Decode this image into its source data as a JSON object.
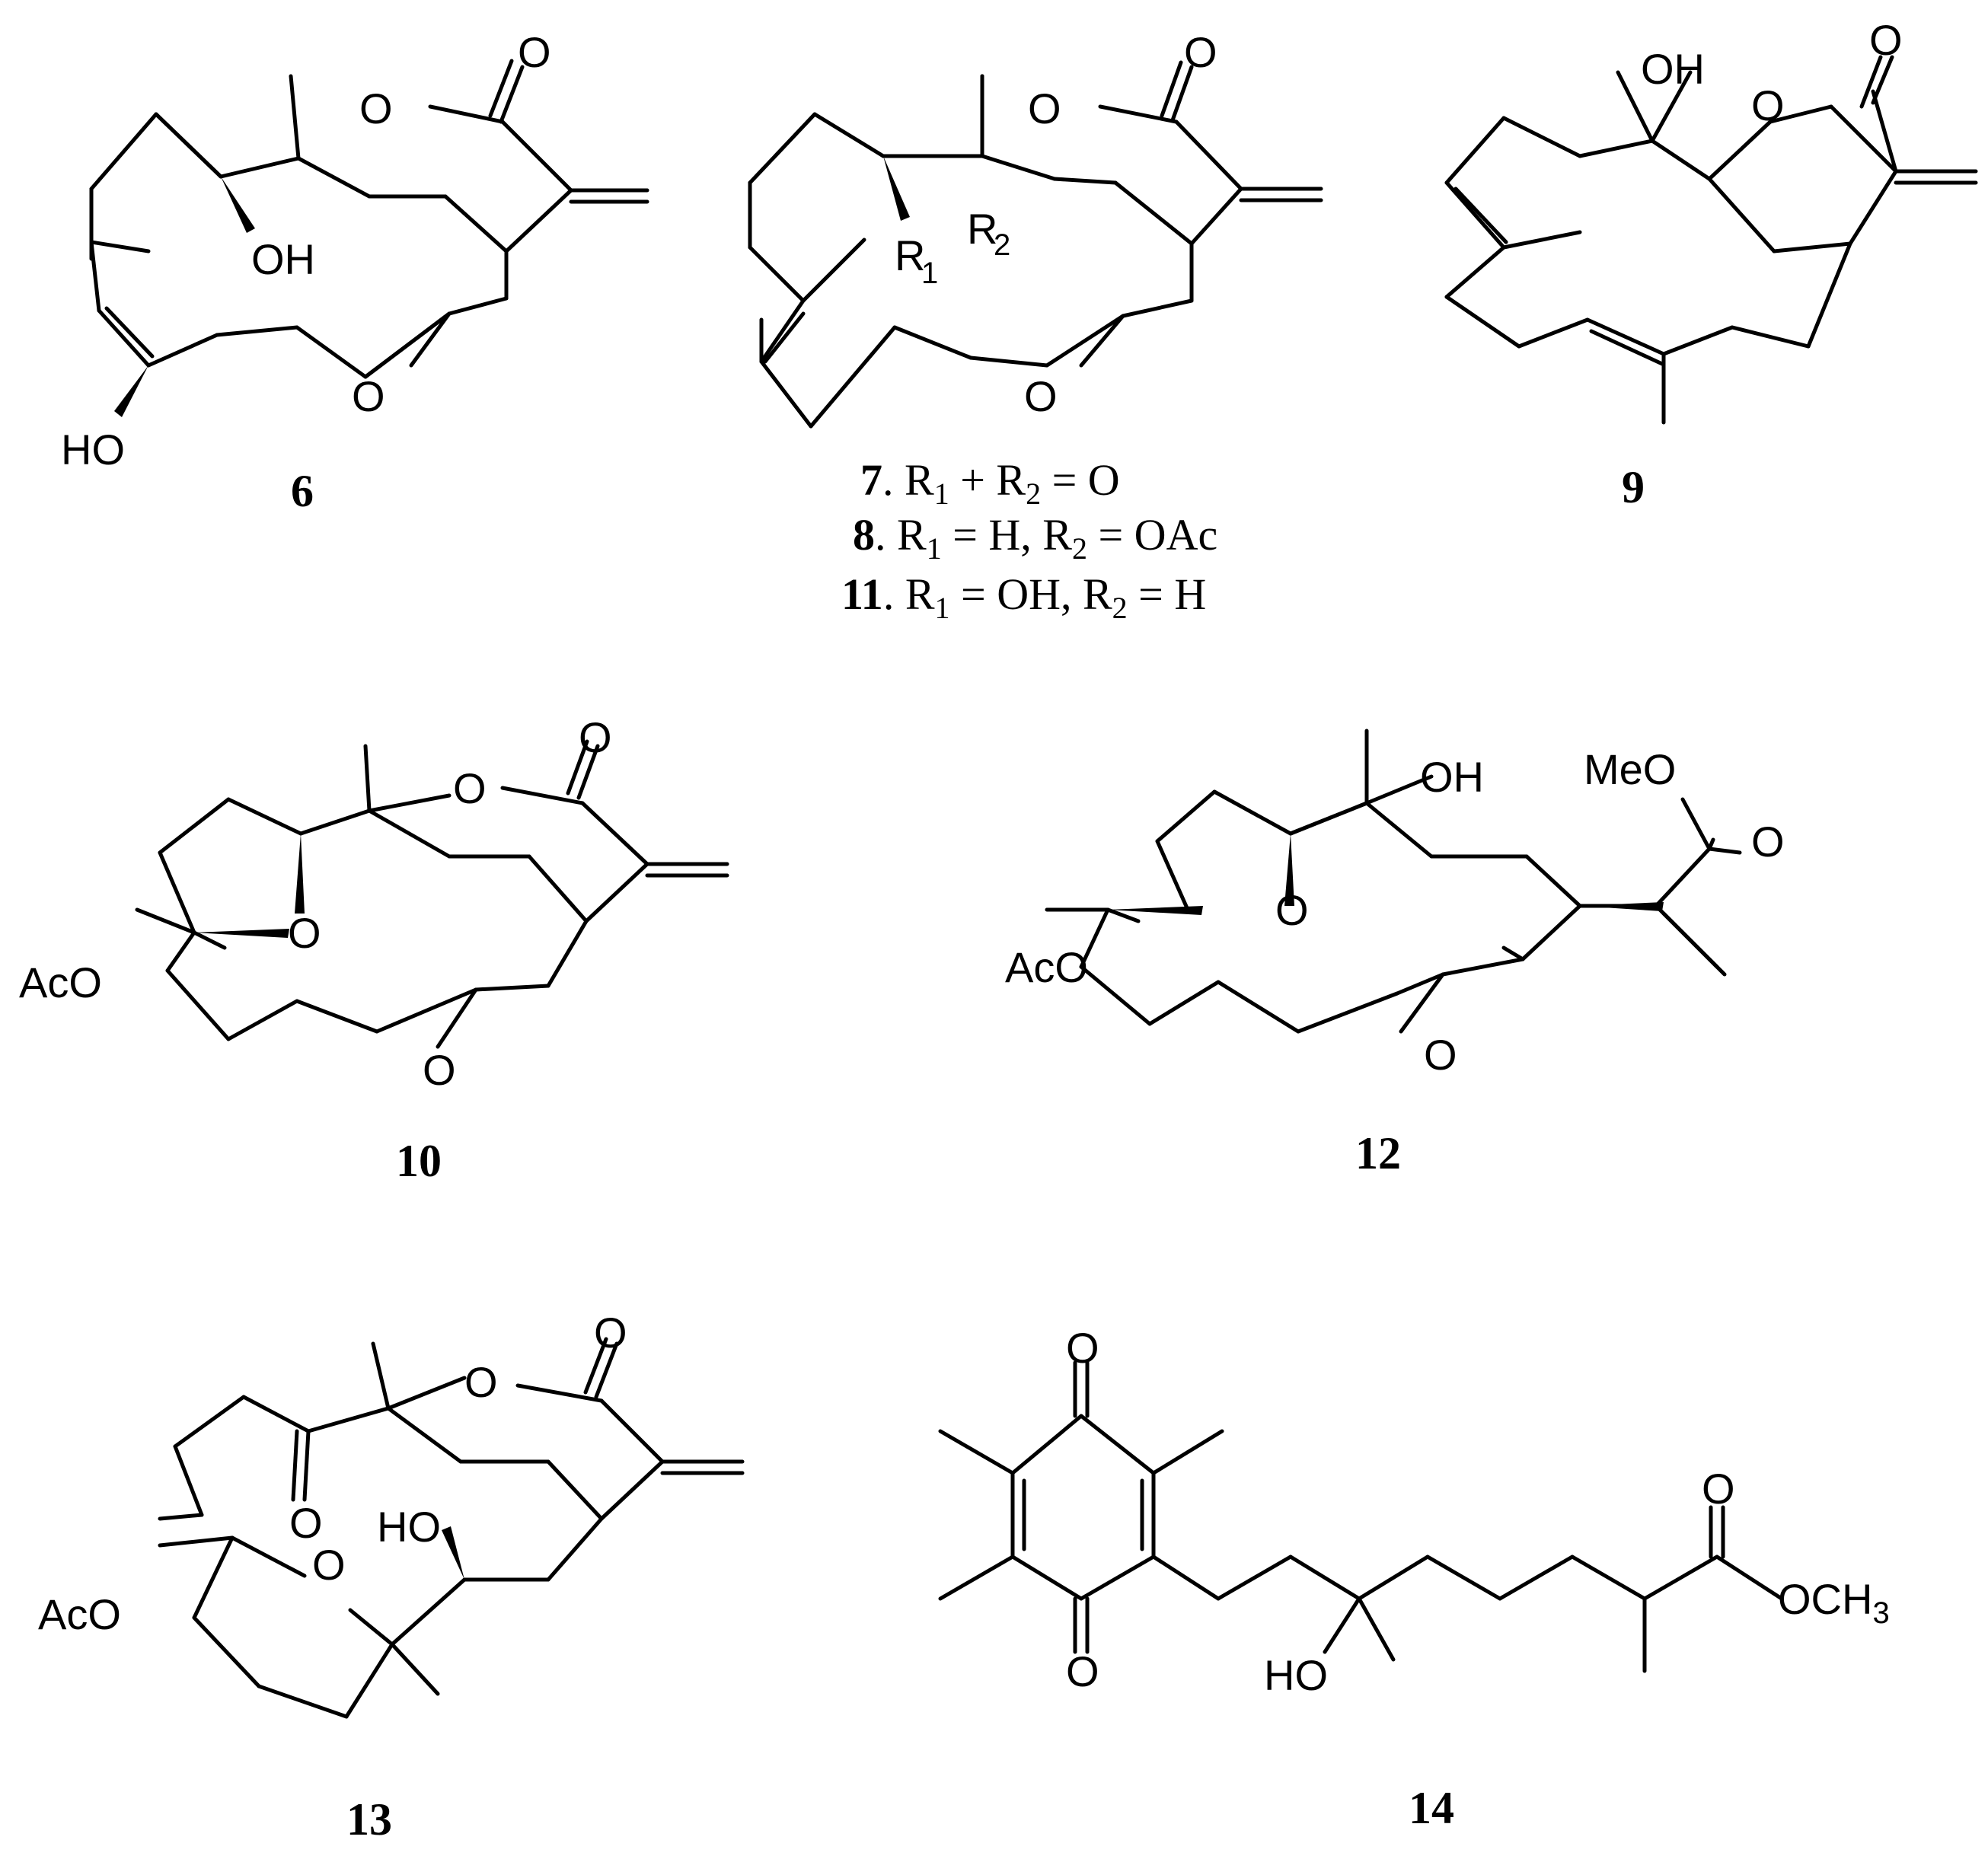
{
  "atoms": {
    "O": "O",
    "OH": "OH",
    "HO": "HO",
    "AcO": "AcO",
    "MeO": "MeO",
    "OCH": "OCH",
    "three": "3",
    "R": "R",
    "one": "1",
    "two": "2"
  },
  "compounds": {
    "c6": "6",
    "c9": "9",
    "c10": "10",
    "c12": "12",
    "c13": "13",
    "c14": "14"
  },
  "legend": {
    "line7": {
      "num": "7",
      "a": ".  R",
      "b": " + R",
      "c": " = O"
    },
    "line8": {
      "num": "8",
      "a": ".  R",
      "b": " = H, R",
      "c": " = OAc"
    },
    "line11": {
      "num": "11",
      "a": ".  R",
      "b": " = OH, R",
      "c": " = H"
    }
  }
}
